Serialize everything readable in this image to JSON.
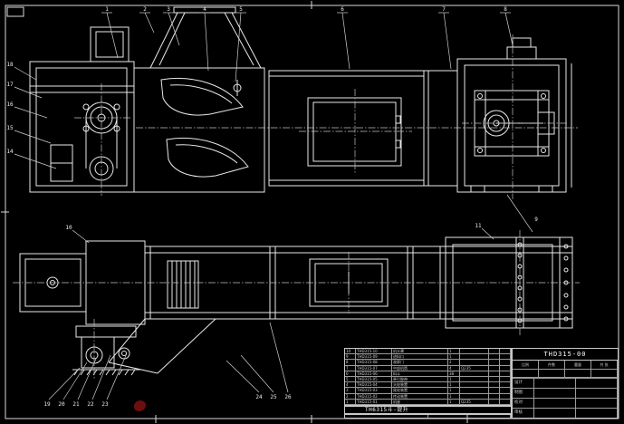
{
  "sheet": {
    "background": "#000000",
    "line_color": "#e8e8e8",
    "centerline_color": "#bfbfbf"
  },
  "labels": {
    "drawing_number": "THD315-00",
    "drawing_title": "TH6315斗-提升"
  },
  "callouts": {
    "top": [
      "1",
      "2",
      "3",
      "4",
      "5",
      "6",
      "7",
      "8"
    ],
    "left": [
      "18",
      "17",
      "16",
      "15",
      "14"
    ],
    "mid": [
      "9",
      "10",
      "11"
    ],
    "bottom_left": [
      "19",
      "20",
      "21",
      "22",
      "23"
    ],
    "bottom_mid": [
      "24",
      "25",
      "26"
    ]
  },
  "bom": {
    "rows": [
      {
        "no": "10",
        "code": "THD315-10",
        "name": "机头罩",
        "qty": "1",
        "mat": "",
        "wt": "",
        "rem": ""
      },
      {
        "no": "9",
        "code": "THD315-09",
        "name": "进料口",
        "qty": "1",
        "mat": "",
        "wt": "",
        "rem": ""
      },
      {
        "no": "8",
        "code": "THD315-08",
        "name": "观察门",
        "qty": "2",
        "mat": "",
        "wt": "",
        "rem": ""
      },
      {
        "no": "7",
        "code": "THD315-07",
        "name": "中部机筒",
        "qty": "4",
        "mat": "Q235",
        "wt": "",
        "rem": ""
      },
      {
        "no": "6",
        "code": "THD315-06",
        "name": "料斗",
        "qty": "38",
        "mat": "",
        "wt": "",
        "rem": ""
      },
      {
        "no": "5",
        "code": "THD315-05",
        "name": "牵引胶带",
        "qty": "1",
        "mat": "",
        "wt": "",
        "rem": ""
      },
      {
        "no": "4",
        "code": "THD315-04",
        "name": "头轮装置",
        "qty": "1",
        "mat": "",
        "wt": "",
        "rem": ""
      },
      {
        "no": "3",
        "code": "THD315-03",
        "name": "尾轮装置",
        "qty": "1",
        "mat": "",
        "wt": "",
        "rem": ""
      },
      {
        "no": "2",
        "code": "THD315-02",
        "name": "传动装置",
        "qty": "1",
        "mat": "",
        "wt": "",
        "rem": ""
      },
      {
        "no": "1",
        "code": "THD315-01",
        "name": "机座",
        "qty": "1",
        "mat": "Q235",
        "wt": "",
        "rem": ""
      }
    ]
  },
  "title_block": {
    "scale": "比例",
    "qty": "件数",
    "weight": "重量",
    "sheets": "共 张",
    "rows": [
      {
        "label": "设计"
      },
      {
        "label": "制图"
      },
      {
        "label": "校对"
      },
      {
        "label": "审核"
      }
    ]
  }
}
